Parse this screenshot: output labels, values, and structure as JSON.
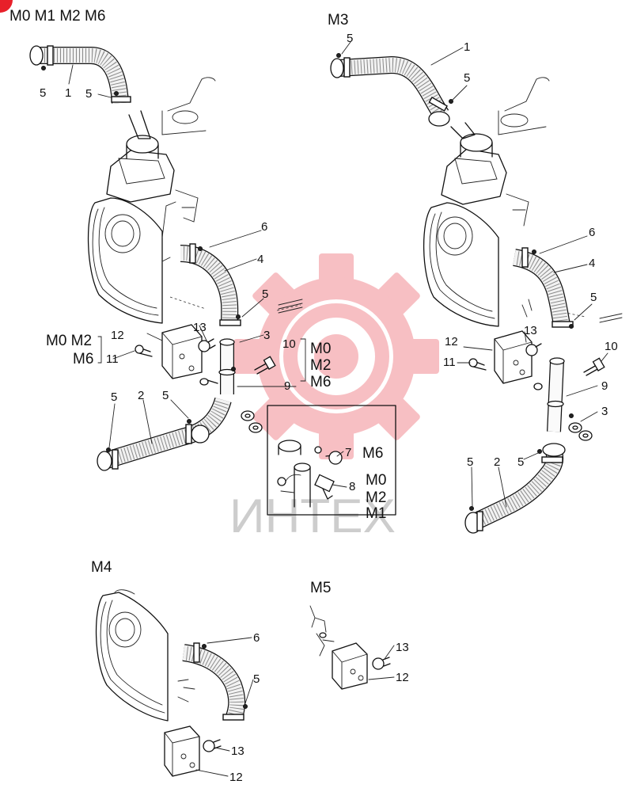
{
  "watermark": {
    "text": "ИНТЕХ",
    "gear_color": "#f7b9bd",
    "text_color": "#c8c8c8"
  },
  "corner_mark_color": "#e8202a",
  "headings": {
    "top_left": "M0 M1 M2 M6",
    "top_right": "M3",
    "bottom_left": "M4",
    "bottom_mid": "M5"
  },
  "groups": {
    "left_bracket": [
      "M0 M2",
      "M6"
    ],
    "part10": [
      "M0",
      "M2",
      "M6"
    ],
    "inset_part7": "M6",
    "inset_part8": [
      "M0",
      "M2",
      "M1"
    ]
  },
  "callouts": {
    "tl": {
      "p1": "1",
      "p5a": "5",
      "p5b": "5",
      "p6": "6",
      "p4": "4",
      "p5c": "5",
      "p3": "3",
      "p13": "13",
      "p12": "12",
      "p11": "11",
      "p10": "10",
      "p9": "9",
      "p2": "2",
      "p5d": "5",
      "p5e": "5",
      "p7": "7",
      "p8": "8"
    },
    "tr": {
      "p5a": "5",
      "p1": "1",
      "p5b": "5",
      "p6": "6",
      "p4": "4",
      "p5c": "5",
      "p13": "13",
      "p12": "12",
      "p11": "11",
      "p10": "10",
      "p9": "9",
      "p3": "3",
      "p5d": "5",
      "p2": "2",
      "p5e": "5"
    },
    "m4": {
      "p6": "6",
      "p5": "5",
      "p13": "13",
      "p12": "12"
    },
    "m5": {
      "p13": "13",
      "p12": "12"
    }
  }
}
